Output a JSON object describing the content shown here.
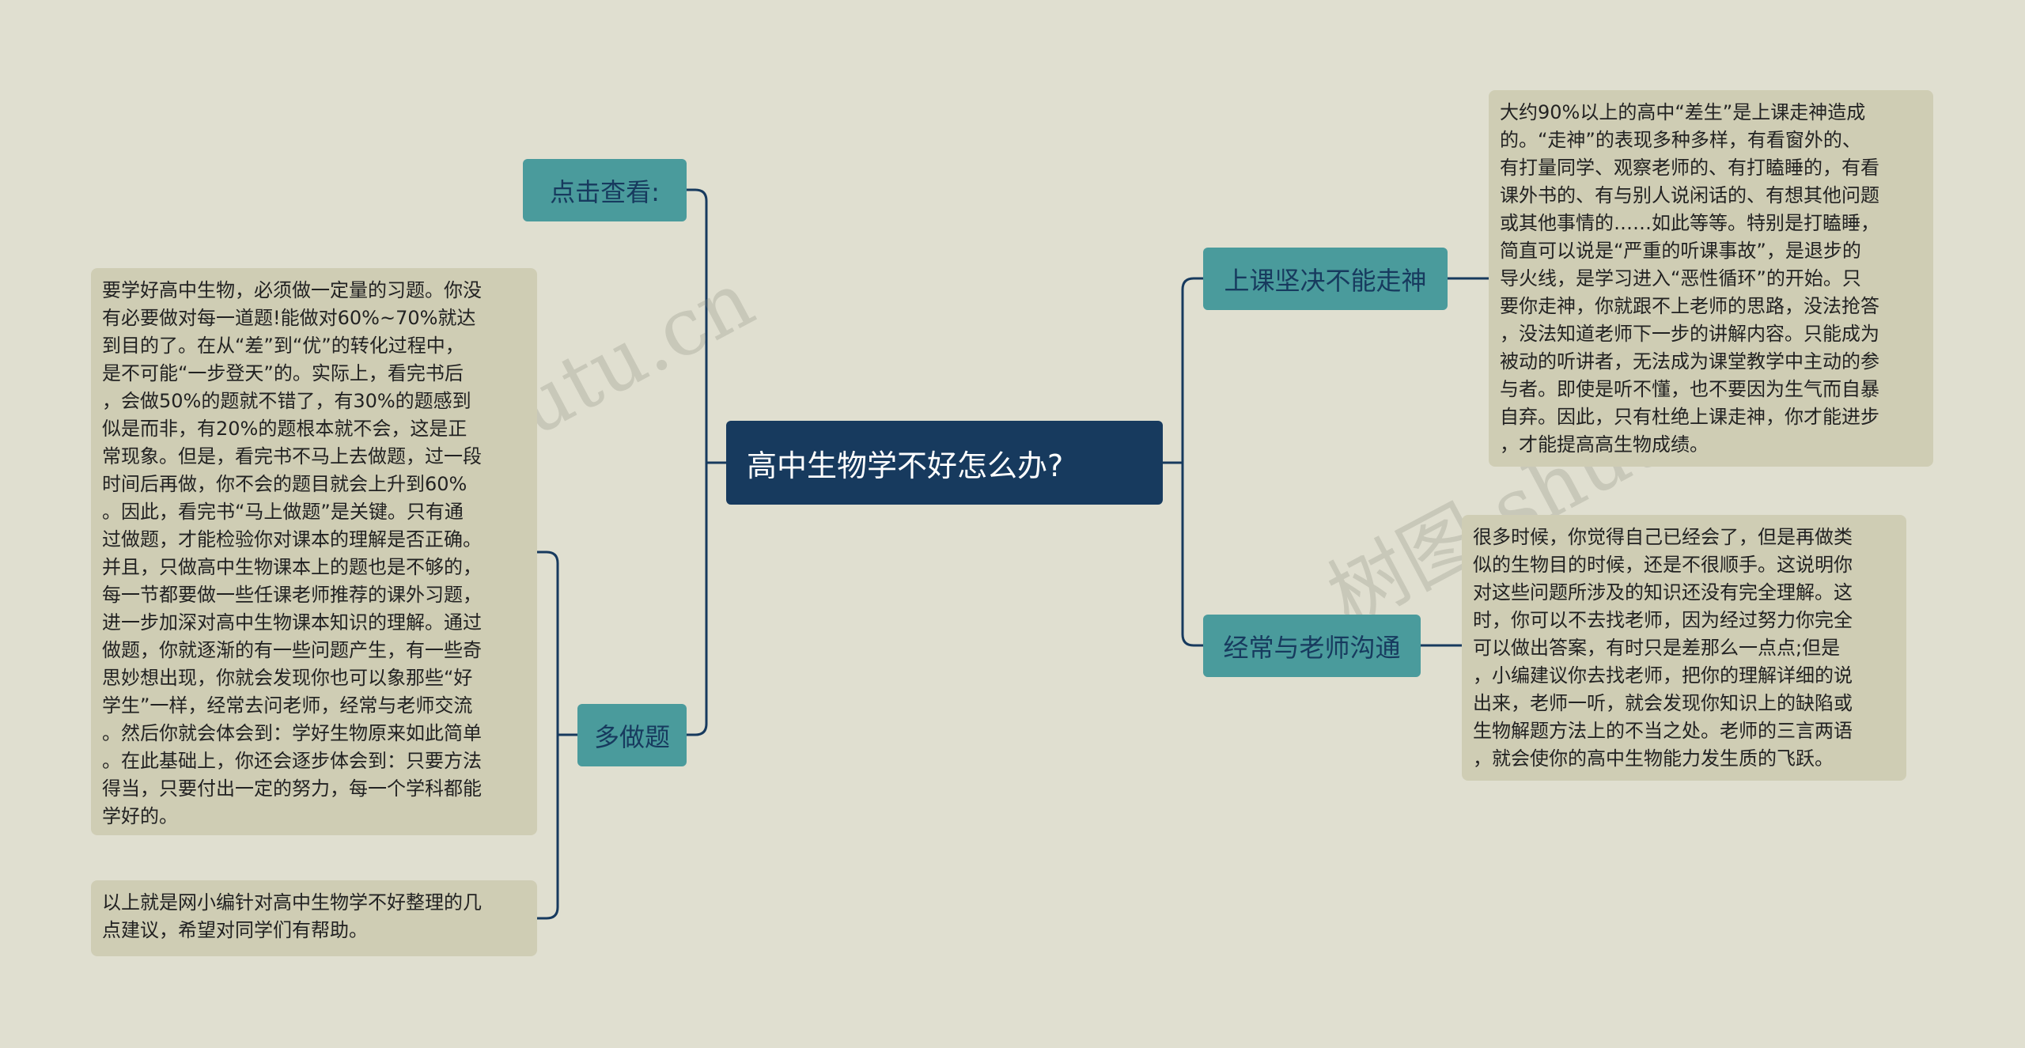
{
  "root": {
    "label": "高中生物学不好怎么办?"
  },
  "branches": {
    "click": {
      "label": "点击查看:"
    },
    "practice": {
      "label": "多做题",
      "notes": [
        "要学好高中生物，必须做一定量的习题。你没\n有必要做对每一道题!能做对60%~70%就达\n到目的了。在从“差”到“优”的转化过程中，\n是不可能“一步登天”的。实际上，看完书后\n，会做50%的题就不错了，有30%的题感到\n似是而非，有20%的题根本就不会，这是正\n常现象。但是，看完书不马上去做题，过一段\n时间后再做，你不会的题目就会上升到60%\n。因此，看完书“马上做题”是关键。只有通\n过做题，才能检验你对课本的理解是否正确。\n并且，只做高中生物课本上的题也是不够的，\n每一节都要做一些任课老师推荐的课外习题，\n进一步加深对高中生物课本知识的理解。通过\n做题，你就逐渐的有一些问题产生，有一些奇\n思妙想出现，你就会发现你也可以象那些“好\n学生”一样，经常去问老师，经常与老师交流\n。然后你就会体会到：学好生物原来如此简单\n。在此基础上，你还会逐步体会到：只要方法\n得当，只要付出一定的努力，每一个学科都能\n学好的。",
        "以上就是网小编针对高中生物学不好整理的几\n点建议，希望对同学们有帮助。"
      ]
    },
    "focus": {
      "label": "上课坚决不能走神",
      "note": "大约90%以上的高中“差生”是上课走神造成\n的。“走神”的表现多种多样，有看窗外的、\n有打量同学、观察老师的、有打瞌睡的，有看\n课外书的、有与别人说闲话的、有想其他问题\n或其他事情的……如此等等。特别是打瞌睡，\n简直可以说是“严重的听课事故”，是退步的\n导火线，是学习进入“恶性循环”的开始。只\n要你走神，你就跟不上老师的思路，没法抢答\n，没法知道老师下一步的讲解内容。只能成为\n被动的听讲者，无法成为课堂教学中主动的参\n与者。即使是听不懂，也不要因为生气而自暴\n自弃。因此，只有杜绝上课走神，你才能进步\n，才能提高高生物成绩。"
    },
    "teacher": {
      "label": "经常与老师沟通",
      "note": "很多时候，你觉得自己已经会了，但是再做类\n似的生物目的时候，还是不很顺手。这说明你\n对这些问题所涉及的知识还没有完全理解。这\n时，你可以不去找老师，因为经过努力你完全\n可以做出答案，有时只是差那么一点点;但是\n，小编建议你去找老师，把你的理解详细的说\n出来，老师一听，就会发现你知识上的缺陷或\n生物解题方法上的不当之处。老师的三言两语\n，就会使你的高中生物能力发生质的飞跃。"
    }
  },
  "watermarks": [
    "shutu.cn",
    "树图 shutu.cn"
  ],
  "colors": {
    "background": "#e0dfd0",
    "root": "#173a5e",
    "topic": "#4a9b9c",
    "note": "#cfcdb4",
    "line": "#173a5e"
  }
}
